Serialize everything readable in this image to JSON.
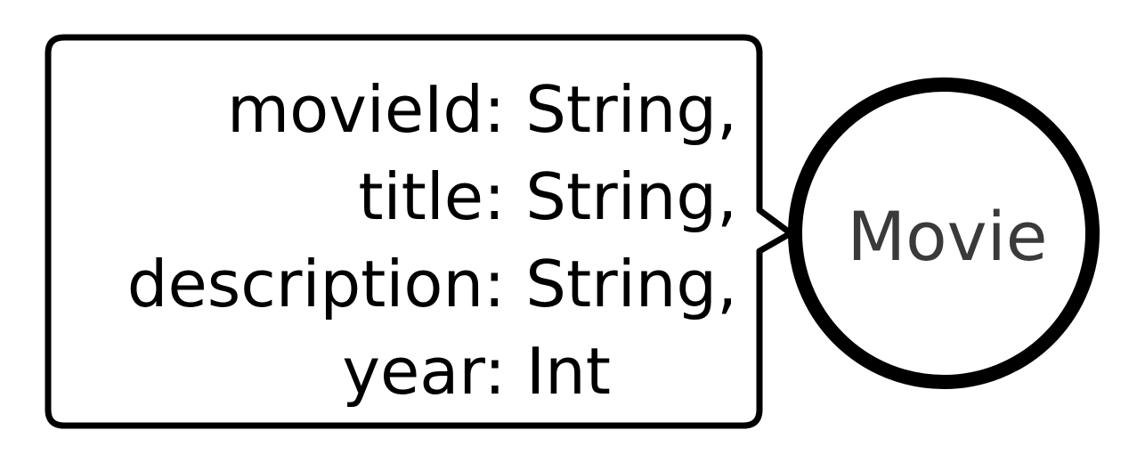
{
  "node": {
    "label": "Movie"
  },
  "callout": {
    "lines": [
      "movieId: String,",
      "title: String,",
      "description: String,",
      "year: Int"
    ]
  },
  "colors": {
    "stroke": "#000000",
    "text": "#000000",
    "node_text": "#3a3a3a",
    "background": "#ffffff"
  }
}
